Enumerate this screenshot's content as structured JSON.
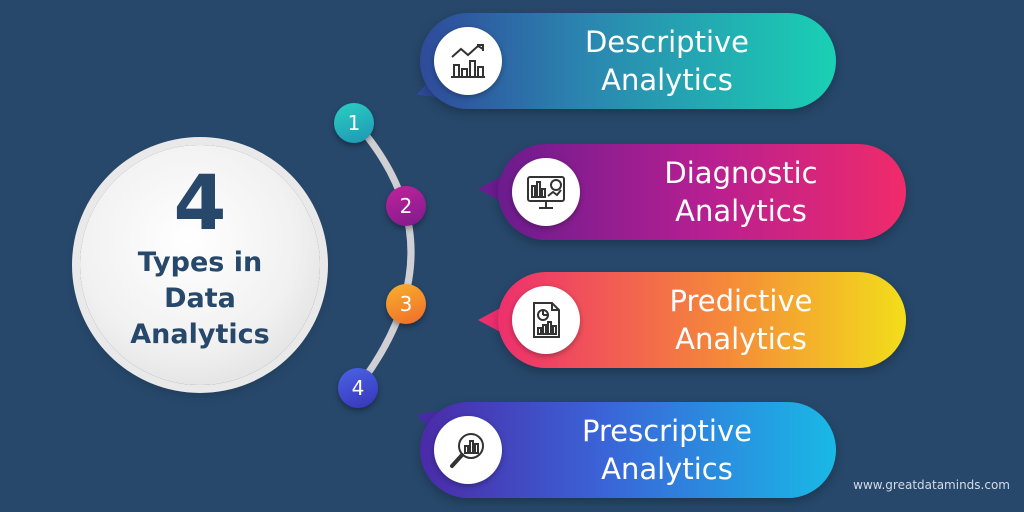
{
  "hub": {
    "number": "4",
    "lines": [
      "Types in",
      "Data",
      "Analytics"
    ]
  },
  "markers": [
    "1",
    "2",
    "3",
    "4"
  ],
  "types": [
    {
      "line1": "Descriptive",
      "line2": "Analytics",
      "icon": "bar-chart-trend-icon"
    },
    {
      "line1": "Diagnostic",
      "line2": "Analytics",
      "icon": "monitor-dashboard-icon"
    },
    {
      "line1": "Predictive",
      "line2": "Analytics",
      "icon": "report-document-icon"
    },
    {
      "line1": "Prescriptive",
      "line2": "Analytics",
      "icon": "magnifier-chart-icon"
    }
  ],
  "colors": {
    "background": "#27486b",
    "hub_text": "#27486b",
    "descriptive": "#1ad0b4",
    "diagnostic": "#f02b6a",
    "predictive": "#f2de1a",
    "prescriptive": "#19b9e6"
  },
  "footer": {
    "website": "www.greatdataminds.com"
  }
}
